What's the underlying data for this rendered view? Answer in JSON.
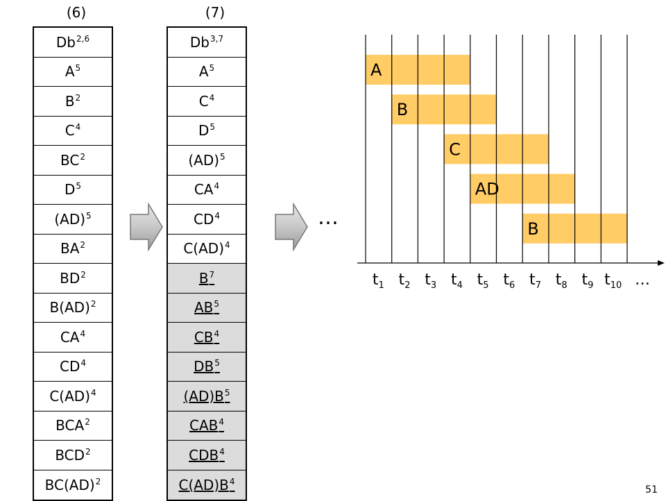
{
  "table6": {
    "label": "(6)",
    "rows": [
      {
        "base": "Db",
        "sup": "2,6"
      },
      {
        "base": "A",
        "sup": "5"
      },
      {
        "base": "B",
        "sup": "2"
      },
      {
        "base": "C",
        "sup": "4"
      },
      {
        "base": "BC",
        "sup": "2"
      },
      {
        "base": "D",
        "sup": "5"
      },
      {
        "base": "(AD)",
        "sup": "5"
      },
      {
        "base": "BA",
        "sup": "2"
      },
      {
        "base": "BD",
        "sup": "2"
      },
      {
        "base": "B(AD)",
        "sup": "2"
      },
      {
        "base": "CA",
        "sup": "4"
      },
      {
        "base": "CD",
        "sup": "4"
      },
      {
        "base": "C(AD)",
        "sup": "4"
      },
      {
        "base": "BCA",
        "sup": "2"
      },
      {
        "base": "BCD",
        "sup": "2"
      },
      {
        "base": "BC(AD)",
        "sup": "2"
      }
    ]
  },
  "table7": {
    "label": "(7)",
    "rows": [
      {
        "base": "Db",
        "sup": "3,7"
      },
      {
        "base": "A",
        "sup": "5"
      },
      {
        "base": "C",
        "sup": "4"
      },
      {
        "base": "D",
        "sup": "5"
      },
      {
        "base": "(AD)",
        "sup": "5"
      },
      {
        "base": "CA",
        "sup": "4"
      },
      {
        "base": "CD",
        "sup": "4"
      },
      {
        "base": "C(AD)",
        "sup": "4"
      },
      {
        "base": "B",
        "sup": "7",
        "highlight": true
      },
      {
        "base": "AB",
        "sup": "5",
        "highlight": true
      },
      {
        "base": "CB",
        "sup": "4",
        "highlight": true
      },
      {
        "base": "DB",
        "sup": "5",
        "highlight": true
      },
      {
        "base": "(AD)B",
        "sup": "5",
        "highlight": true
      },
      {
        "base": "CAB",
        "sup": "4",
        "highlight": true
      },
      {
        "base": "CDB",
        "sup": "4",
        "highlight": true
      },
      {
        "base": "C(AD)B",
        "sup": "4",
        "highlight": true
      }
    ]
  },
  "ellipsis_text": "…",
  "timeline": {
    "bar_color": "#ffcc66",
    "ticks": [
      {
        "base": "t",
        "sub": "1"
      },
      {
        "base": "t",
        "sub": "2"
      },
      {
        "base": "t",
        "sub": "3"
      },
      {
        "base": "t",
        "sub": "4"
      },
      {
        "base": "t",
        "sub": "5"
      },
      {
        "base": "t",
        "sub": "6"
      },
      {
        "base": "t",
        "sub": "7"
      },
      {
        "base": "t",
        "sub": "8"
      },
      {
        "base": "t",
        "sub": "9"
      },
      {
        "base": "t",
        "sub": "10"
      }
    ],
    "trailing_label": "…",
    "bars": [
      {
        "label": "A",
        "start": 1,
        "end": 5
      },
      {
        "label": "B",
        "start": 2,
        "end": 6
      },
      {
        "label": "C",
        "start": 4,
        "end": 8
      },
      {
        "label": "AD",
        "start": 5,
        "end": 9
      },
      {
        "label": "B",
        "start": 7,
        "end": 11
      }
    ]
  },
  "page_number": "51"
}
